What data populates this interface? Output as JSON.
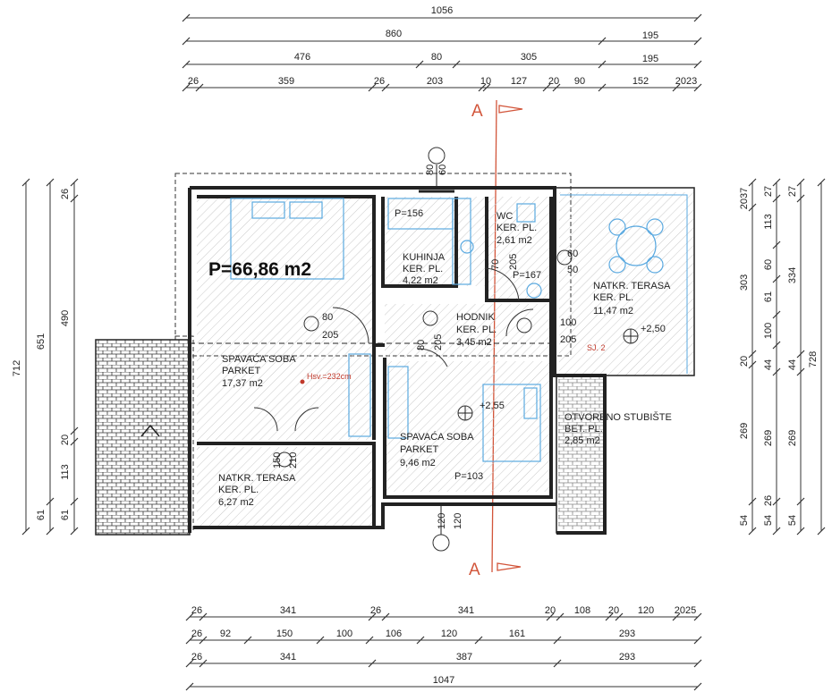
{
  "main_area": "P=66,86 m2",
  "section": {
    "label": "A"
  },
  "dims_top": {
    "row1": [
      "1056"
    ],
    "row2": [
      "860",
      "195"
    ],
    "row3": [
      "476",
      "80",
      "305",
      "195"
    ],
    "row4": [
      "26",
      "359",
      "26",
      "203",
      "10",
      "127",
      "20",
      "90",
      "152",
      "2023"
    ]
  },
  "dims_bottom": {
    "row1": [
      "26",
      "341",
      "26",
      "341",
      "20",
      "108",
      "20",
      "120",
      "2025"
    ],
    "row2": [
      "26",
      "92",
      "150",
      "100",
      "106",
      "120",
      "161",
      "293"
    ],
    "row3": [
      "26",
      "341",
      "387",
      "293"
    ],
    "row4": [
      "1047"
    ]
  },
  "dims_left": {
    "outer": "712",
    "mid": "651",
    "inner": [
      "26",
      "490",
      "20",
      "113",
      "61"
    ],
    "bottom_outer": "61"
  },
  "dims_right": {
    "col1": [
      "2037",
      "303",
      "20",
      "269",
      "54"
    ],
    "col2": [
      "27",
      "113",
      "60",
      "61",
      "100",
      "44",
      "269",
      "26",
      "54"
    ],
    "col3": [
      "27",
      "334",
      "44",
      "269",
      "54"
    ],
    "outer": "728"
  },
  "rooms": {
    "kitchen": {
      "p": "P=156",
      "name": "KUHINJA",
      "floor": "KER. PL.",
      "area": "4,22 m2"
    },
    "wc": {
      "name": "WC",
      "floor": "KER. PL.",
      "area": "2,61 m2",
      "p": "P=167"
    },
    "terrace_right": {
      "name": "NATKR. TERASA",
      "floor": "KER. PL.",
      "area": "11,47 m2",
      "level": "+2,50"
    },
    "hall": {
      "name": "HODNIK",
      "floor": "KER. PL.",
      "area": "3,45 m2"
    },
    "bedroom1": {
      "name": "SPAVAĆA SOBA",
      "floor": "PARKET",
      "area": "17,37 m2",
      "hsv": "Hsv.=232cm"
    },
    "bedroom2": {
      "name": "SPAVAĆA SOBA",
      "floor": "PARKET",
      "area": "9,46 m2",
      "p": "P=103",
      "level": "+2,55"
    },
    "stairs": {
      "name": "OTVORENO STUBIŠTE",
      "floor": "BET. PL.",
      "area": "2,85 m2"
    },
    "terrace_left": {
      "name": "NATKR. TERASA",
      "floor": "KER. PL.",
      "area": "6,27 m2"
    }
  },
  "openings": {
    "o1": [
      "80",
      "60"
    ],
    "o2": [
      "80",
      "205"
    ],
    "o3": [
      "70",
      "205"
    ],
    "o4": [
      "60",
      "50"
    ],
    "o5": [
      "80",
      "205"
    ],
    "o6": [
      "100",
      "205"
    ],
    "o7": [
      "150",
      "210"
    ],
    "o8": [
      "120",
      "120"
    ]
  },
  "sj": "SJ. 2",
  "colors": {
    "section_line": "#d2553a",
    "furniture": "#5aa9e0",
    "marker": "#c0392b"
  }
}
